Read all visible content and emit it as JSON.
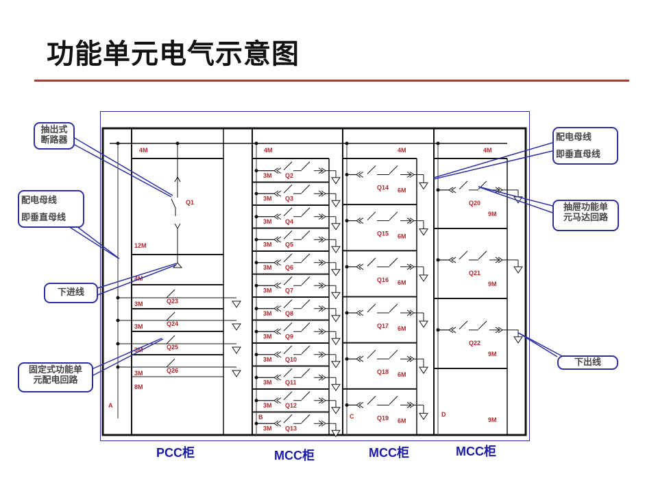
{
  "title": "功能单元电气示意图",
  "colors": {
    "title_rule": "#a33a3e",
    "callout_border": "#2b2fa0",
    "leader_line": "#2b2fa0",
    "label_red": "#b0242a",
    "cabinet_label": "#1a1aa8",
    "line": "#111111"
  },
  "callouts": {
    "withdrawable_breaker": {
      "lines": [
        "抽出式",
        "断路器"
      ]
    },
    "vertical_busbar_left": {
      "lines": [
        "配电母线",
        "即垂直母线"
      ]
    },
    "incoming_line": {
      "lines": [
        "下进线"
      ]
    },
    "fixed_unit_feeder": {
      "lines": [
        "固定式功能单",
        "元配电回路"
      ]
    },
    "vertical_busbar_right": {
      "lines": [
        "配电母线",
        "即垂直母线"
      ]
    },
    "drawer_motor_circuit": {
      "lines": [
        "抽屉功能单",
        "元马达回路"
      ]
    },
    "outgoing_line": {
      "lines": [
        "下出线"
      ]
    }
  },
  "cabinets": [
    {
      "id": "A",
      "label": "PCC柜",
      "corner_letter": "A"
    },
    {
      "id": "B",
      "label": "MCC柜",
      "corner_letter": "B"
    },
    {
      "id": "C",
      "label": "MCC柜",
      "corner_letter": "C"
    },
    {
      "id": "D",
      "label": "MCC柜",
      "corner_letter": "D"
    }
  ],
  "pcc": {
    "top_module": "4M",
    "main_breaker": {
      "tag": "Q1",
      "module": "12M"
    },
    "incoming_module": "4M",
    "feeders": [
      {
        "tag": "Q23",
        "module": "3M"
      },
      {
        "tag": "Q24",
        "module": "3M"
      },
      {
        "tag": "Q25",
        "module": "3M"
      },
      {
        "tag": "Q26",
        "module": "3M"
      }
    ],
    "bottom_module": "8M"
  },
  "mcc_b": {
    "top_module": "4M",
    "units": [
      {
        "tag": "Q2",
        "module": "3M"
      },
      {
        "tag": "Q3",
        "module": "3M"
      },
      {
        "tag": "Q4",
        "module": "3M"
      },
      {
        "tag": "Q5",
        "module": "3M"
      },
      {
        "tag": "Q6",
        "module": "3M"
      },
      {
        "tag": "Q7",
        "module": "3M"
      },
      {
        "tag": "Q8",
        "module": "3M"
      },
      {
        "tag": "Q9",
        "module": "3M"
      },
      {
        "tag": "Q10",
        "module": "3M"
      },
      {
        "tag": "Q11",
        "module": "3M"
      },
      {
        "tag": "Q12",
        "module": "3M"
      },
      {
        "tag": "Q13",
        "module": "3M"
      }
    ]
  },
  "mcc_c": {
    "top_module": "4M",
    "units": [
      {
        "tag": "Q14",
        "module": "6M"
      },
      {
        "tag": "Q15",
        "module": "6M"
      },
      {
        "tag": "Q16",
        "module": "6M"
      },
      {
        "tag": "Q17",
        "module": "6M"
      },
      {
        "tag": "Q18",
        "module": "6M"
      },
      {
        "tag": "Q19",
        "module": "6M"
      }
    ]
  },
  "mcc_d": {
    "top_module": "4M",
    "units": [
      {
        "tag": "Q20",
        "module": "9M"
      },
      {
        "tag": "Q21",
        "module": "9M"
      },
      {
        "tag": "Q22",
        "module": "9M"
      }
    ],
    "spare_module": "9M"
  }
}
